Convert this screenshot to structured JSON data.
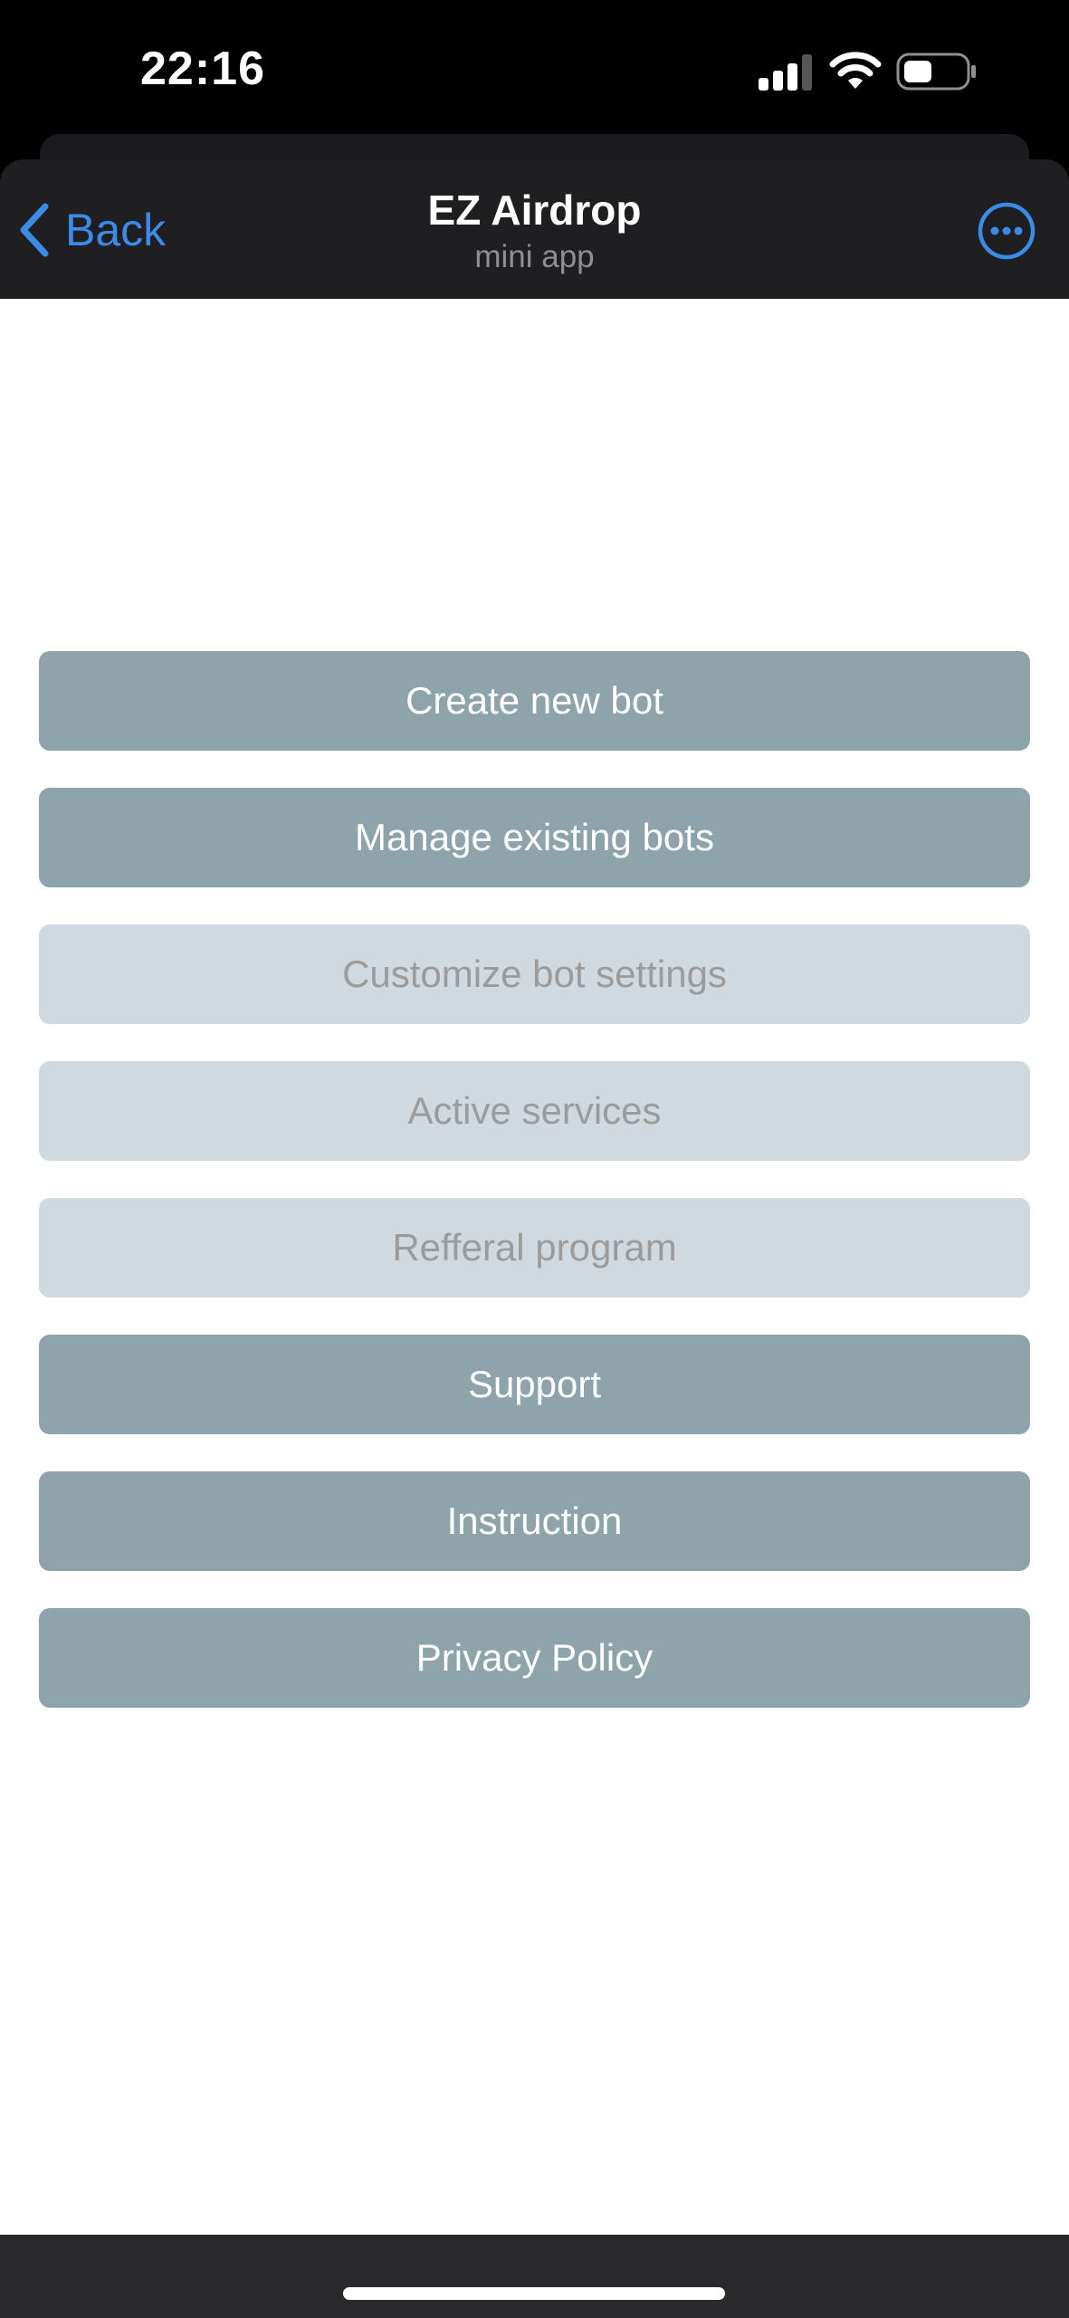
{
  "status_bar": {
    "time": "22:16"
  },
  "header": {
    "back_label": "Back",
    "title": "EZ Airdrop",
    "subtitle": "mini app",
    "more_icon": "more-circle-icon"
  },
  "menu": {
    "items": [
      {
        "label": "Create new bot",
        "state": "enabled"
      },
      {
        "label": "Manage existing bots",
        "state": "enabled"
      },
      {
        "label": "Customize bot settings",
        "state": "disabled"
      },
      {
        "label": "Active services",
        "state": "disabled"
      },
      {
        "label": "Refferal program",
        "state": "disabled"
      },
      {
        "label": "Support",
        "state": "enabled"
      },
      {
        "label": "Instruction",
        "state": "enabled"
      },
      {
        "label": "Privacy Policy",
        "state": "enabled"
      }
    ]
  },
  "colors": {
    "accent": "#3b8be8",
    "button_active": "#8fa3ab",
    "button_disabled": "#d0d9df",
    "header_bg": "#1f1f21"
  }
}
